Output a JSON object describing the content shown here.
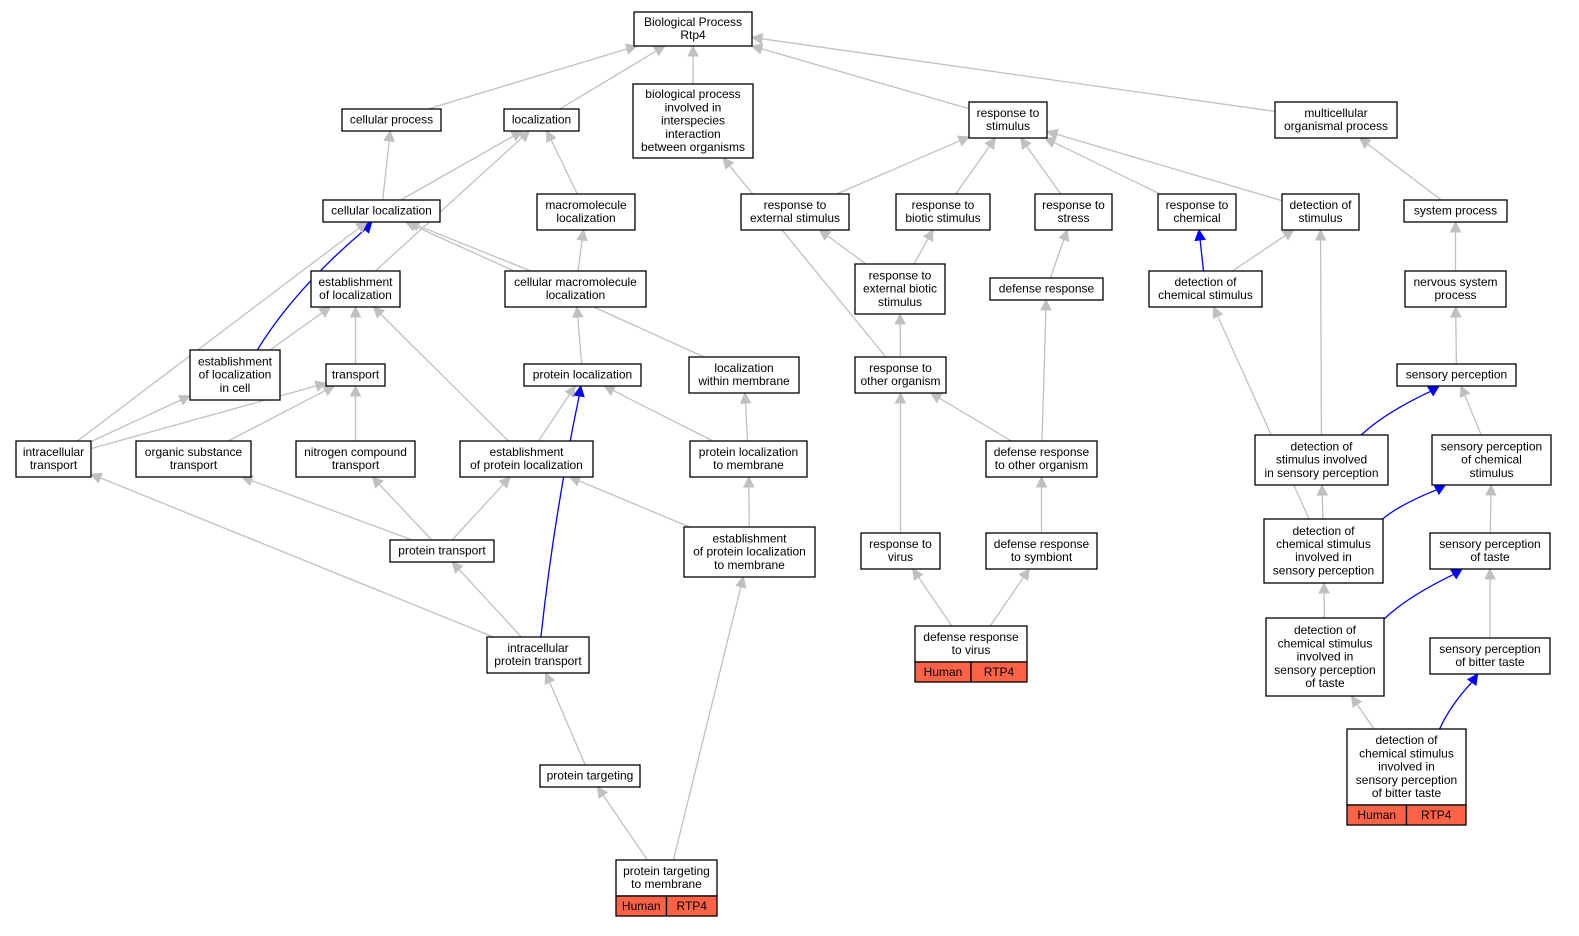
{
  "graph": {
    "colors": {
      "default_edge": "#c0c0c0",
      "highlight_edge": "#0000ff",
      "annotation_fill": "#ff6347",
      "node_border": "#000000",
      "node_fill": "#ffffff"
    },
    "nodes": [
      {
        "id": "bp",
        "lines": [
          "Biological Process",
          "Rtp4"
        ]
      },
      {
        "id": "cp",
        "lines": [
          "cellular process"
        ]
      },
      {
        "id": "loc",
        "lines": [
          "localization"
        ]
      },
      {
        "id": "bpii",
        "lines": [
          "biological process",
          "involved in",
          "interspecies",
          "interaction",
          "between organisms"
        ]
      },
      {
        "id": "rts",
        "lines": [
          "response to",
          "stimulus"
        ]
      },
      {
        "id": "mop",
        "lines": [
          "multicellular",
          "organismal process"
        ]
      },
      {
        "id": "cl",
        "lines": [
          "cellular localization"
        ]
      },
      {
        "id": "ml",
        "lines": [
          "macromolecule",
          "localization"
        ]
      },
      {
        "id": "rtes",
        "lines": [
          "response to",
          "external stimulus"
        ]
      },
      {
        "id": "rtbs",
        "lines": [
          "response to",
          "biotic stimulus"
        ]
      },
      {
        "id": "rtst",
        "lines": [
          "response to",
          "stress"
        ]
      },
      {
        "id": "rtch",
        "lines": [
          "response to",
          "chemical"
        ]
      },
      {
        "id": "dos",
        "lines": [
          "detection of",
          "stimulus"
        ]
      },
      {
        "id": "sp",
        "lines": [
          "system process"
        ]
      },
      {
        "id": "eol",
        "lines": [
          "establishment",
          "of localization"
        ]
      },
      {
        "id": "cml",
        "lines": [
          "cellular macromolecule",
          "localization"
        ]
      },
      {
        "id": "rteb",
        "lines": [
          "response to",
          "external biotic",
          "stimulus"
        ]
      },
      {
        "id": "dr",
        "lines": [
          "defense response"
        ]
      },
      {
        "id": "docs",
        "lines": [
          "detection of",
          "chemical stimulus"
        ]
      },
      {
        "id": "nsp",
        "lines": [
          "nervous system",
          "process"
        ]
      },
      {
        "id": "eolc",
        "lines": [
          "establishment",
          "of localization",
          "in cell"
        ]
      },
      {
        "id": "tr",
        "lines": [
          "transport"
        ]
      },
      {
        "id": "pl",
        "lines": [
          "protein localization"
        ]
      },
      {
        "id": "lwm",
        "lines": [
          "localization",
          "within membrane"
        ]
      },
      {
        "id": "rtoo",
        "lines": [
          "response to",
          "other organism"
        ]
      },
      {
        "id": "sper",
        "lines": [
          "sensory perception"
        ]
      },
      {
        "id": "it",
        "lines": [
          "intracellular",
          "transport"
        ]
      },
      {
        "id": "ost",
        "lines": [
          "organic substance",
          "transport"
        ]
      },
      {
        "id": "nct",
        "lines": [
          "nitrogen compound",
          "transport"
        ]
      },
      {
        "id": "epl",
        "lines": [
          "establishment",
          "of protein localization"
        ]
      },
      {
        "id": "pltm",
        "lines": [
          "protein localization",
          "to membrane"
        ]
      },
      {
        "id": "drtoo",
        "lines": [
          "defense response",
          "to other organism"
        ]
      },
      {
        "id": "dosisp",
        "lines": [
          "detection of",
          "stimulus involved",
          "in sensory perception"
        ]
      },
      {
        "id": "spocs",
        "lines": [
          "sensory perception",
          "of chemical",
          "stimulus"
        ]
      },
      {
        "id": "pt",
        "lines": [
          "protein transport"
        ]
      },
      {
        "id": "epltm",
        "lines": [
          "establishment",
          "of protein localization",
          "to membrane"
        ]
      },
      {
        "id": "rtv",
        "lines": [
          "response to",
          "virus"
        ]
      },
      {
        "id": "drts",
        "lines": [
          "defense response",
          "to symbiont"
        ]
      },
      {
        "id": "docsisp",
        "lines": [
          "detection of",
          "chemical stimulus",
          "involved in",
          "sensory perception"
        ]
      },
      {
        "id": "spot",
        "lines": [
          "sensory perception",
          "of taste"
        ]
      },
      {
        "id": "ipt",
        "lines": [
          "intracellular",
          "protein transport"
        ]
      },
      {
        "id": "drtv",
        "lines": [
          "defense response",
          "to virus"
        ],
        "annotation": [
          "Human",
          "RTP4"
        ]
      },
      {
        "id": "docsispt",
        "lines": [
          "detection of",
          "chemical stimulus",
          "involved in",
          "sensory perception",
          "of taste"
        ]
      },
      {
        "id": "spobt",
        "lines": [
          "sensory perception",
          "of bitter taste"
        ]
      },
      {
        "id": "ptg",
        "lines": [
          "protein targeting"
        ]
      },
      {
        "id": "docsispbt",
        "lines": [
          "detection of",
          "chemical stimulus",
          "involved in",
          "sensory perception",
          "of bitter taste"
        ],
        "annotation": [
          "Human",
          "RTP4"
        ]
      },
      {
        "id": "ptgm",
        "lines": [
          "protein targeting",
          "to membrane"
        ],
        "annotation": [
          "Human",
          "RTP4"
        ]
      }
    ],
    "edges": [
      {
        "from": "cp",
        "to": "bp"
      },
      {
        "from": "loc",
        "to": "bp"
      },
      {
        "from": "bpii",
        "to": "bp"
      },
      {
        "from": "rts",
        "to": "bp"
      },
      {
        "from": "mop",
        "to": "bp"
      },
      {
        "from": "cl",
        "to": "cp"
      },
      {
        "from": "cl",
        "to": "loc"
      },
      {
        "from": "ml",
        "to": "loc"
      },
      {
        "from": "eol",
        "to": "loc"
      },
      {
        "from": "rtes",
        "to": "rts"
      },
      {
        "from": "rtbs",
        "to": "rts"
      },
      {
        "from": "rtst",
        "to": "rts"
      },
      {
        "from": "rtch",
        "to": "rts"
      },
      {
        "from": "dos",
        "to": "rts"
      },
      {
        "from": "sp",
        "to": "mop"
      },
      {
        "from": "cml",
        "to": "cl"
      },
      {
        "from": "cml",
        "to": "ml"
      },
      {
        "from": "eolc",
        "to": "cl",
        "highlight": true
      },
      {
        "from": "eolc",
        "to": "eol"
      },
      {
        "from": "lwm",
        "to": "cl"
      },
      {
        "from": "it",
        "to": "cl"
      },
      {
        "from": "rteb",
        "to": "rtes"
      },
      {
        "from": "rteb",
        "to": "rtbs"
      },
      {
        "from": "dr",
        "to": "rtst"
      },
      {
        "from": "docs",
        "to": "rtch",
        "highlight": true
      },
      {
        "from": "docs",
        "to": "dos"
      },
      {
        "from": "nsp",
        "to": "sp"
      },
      {
        "from": "tr",
        "to": "eol"
      },
      {
        "from": "epl",
        "to": "eol"
      },
      {
        "from": "pl",
        "to": "cml"
      },
      {
        "from": "rtoo",
        "to": "rteb"
      },
      {
        "from": "rtoo",
        "to": "bpii"
      },
      {
        "from": "drtoo",
        "to": "dr"
      },
      {
        "from": "drtoo",
        "to": "rtoo"
      },
      {
        "from": "sper",
        "to": "nsp"
      },
      {
        "from": "it",
        "to": "eolc"
      },
      {
        "from": "it",
        "to": "tr"
      },
      {
        "from": "ost",
        "to": "tr"
      },
      {
        "from": "nct",
        "to": "tr"
      },
      {
        "from": "epl",
        "to": "pl"
      },
      {
        "from": "pltm",
        "to": "pl"
      },
      {
        "from": "pltm",
        "to": "lwm"
      },
      {
        "from": "dosisp",
        "to": "sper",
        "highlight": true
      },
      {
        "from": "dosisp",
        "to": "dos"
      },
      {
        "from": "spocs",
        "to": "sper"
      },
      {
        "from": "pt",
        "to": "ost"
      },
      {
        "from": "pt",
        "to": "nct"
      },
      {
        "from": "pt",
        "to": "epl"
      },
      {
        "from": "epltm",
        "to": "epl"
      },
      {
        "from": "epltm",
        "to": "pltm"
      },
      {
        "from": "rtv",
        "to": "rtoo"
      },
      {
        "from": "drts",
        "to": "drtoo"
      },
      {
        "from": "docsisp",
        "to": "dosisp"
      },
      {
        "from": "docsisp",
        "to": "spocs",
        "highlight": true
      },
      {
        "from": "docsisp",
        "to": "docs"
      },
      {
        "from": "spot",
        "to": "spocs"
      },
      {
        "from": "ipt",
        "to": "it"
      },
      {
        "from": "ipt",
        "to": "pt"
      },
      {
        "from": "ipt",
        "to": "pl",
        "highlight": true
      },
      {
        "from": "drtv",
        "to": "rtv"
      },
      {
        "from": "drtv",
        "to": "drts"
      },
      {
        "from": "docsispt",
        "to": "docsisp"
      },
      {
        "from": "docsispt",
        "to": "spot",
        "highlight": true
      },
      {
        "from": "spobt",
        "to": "spot"
      },
      {
        "from": "ptg",
        "to": "ipt"
      },
      {
        "from": "docsispbt",
        "to": "docsispt"
      },
      {
        "from": "docsispbt",
        "to": "spobt",
        "highlight": true
      },
      {
        "from": "ptgm",
        "to": "ptg"
      },
      {
        "from": "ptgm",
        "to": "epltm"
      }
    ]
  }
}
